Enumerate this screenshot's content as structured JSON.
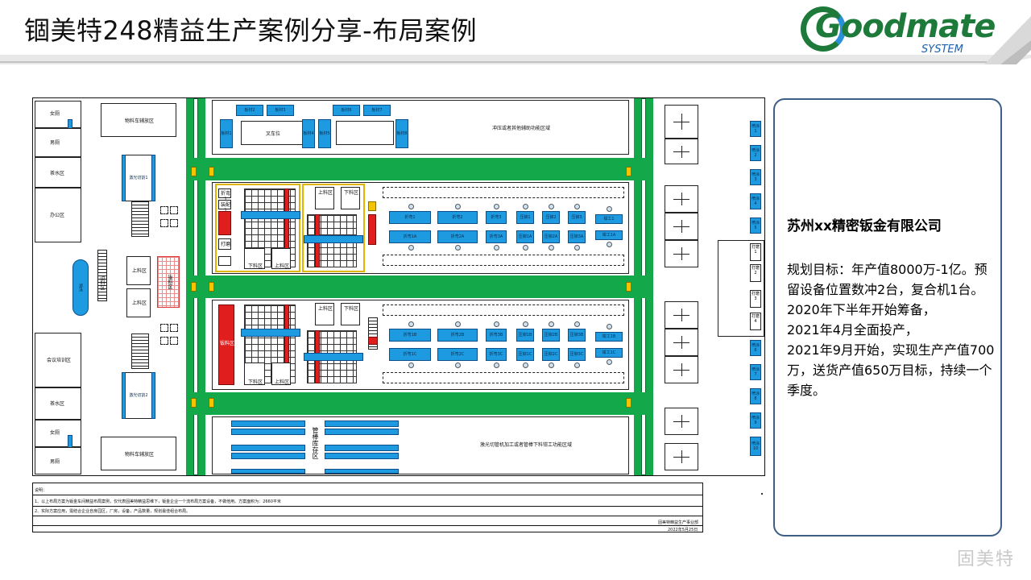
{
  "header": {
    "title": "锢美特248精益生产案例分享-布局案例",
    "logo_text": "Goodmate",
    "logo_subtext": "SYSTEM"
  },
  "colors": {
    "aisle_green": "#13a84a",
    "machine_blue": "#1e9be0",
    "rack_red": "#e01e1e",
    "marker_yellow": "#f2c500",
    "panel_border": "#3d5f86",
    "logo_green": "#1d7a3a",
    "logo_blue": "#1d62b0"
  },
  "plan": {
    "left_rooms": [
      "女厕",
      "男厕",
      "茶水区",
      "办公区",
      "会议培训区",
      "茶水区",
      "女厕",
      "男厕"
    ],
    "left_feature": "游泳",
    "stair_label": "边料区",
    "storage_top": "物料车辅放区",
    "storage_bottom": "物料车辅放区",
    "laser_1": "激光切割1",
    "laser_2": "激光切割2",
    "upload_1": "上料区",
    "upload_2": "上料区",
    "red_zone": "钣料区",
    "top_materials": [
      "板材2",
      "板材3",
      "板材6",
      "板材7"
    ],
    "top_left_material": "板材1",
    "top_right_material": "板材8",
    "top_mid_materials": [
      "板材4",
      "板材5"
    ],
    "forklift": "叉车位",
    "punch_area": "冲压或者其他辅助功能区域",
    "upper_line": {
      "upload": "上料区",
      "download": "下料区",
      "download_bottom": "下料区",
      "upload_bottom": "上料区",
      "small_labels": [
        "折弯1",
        "装配1",
        "打磨"
      ],
      "machines_top": [
        "折弯1",
        "折弯2",
        "折弯3",
        "压铆1",
        "压铆2",
        "压铆3",
        "钳工1"
      ],
      "machines_bottom": [
        "折弯1A",
        "折弯2A",
        "折弯3A",
        "压铆1A",
        "压铆2A",
        "压铆3A",
        "钳工1A"
      ]
    },
    "lower_line": {
      "upload": "上料区",
      "download": "下料区",
      "download_bottom": "下料区",
      "upload_bottom": "上料区",
      "red_label": "钣料区",
      "machines_top": [
        "折弯1B",
        "折弯2B",
        "折弯3B",
        "压铆1B",
        "压铆2B",
        "压铆3B",
        "钳工1B"
      ],
      "machines_bottom": [
        "折弯1C",
        "折弯2C",
        "折弯3C",
        "压铆1C",
        "压铆2C",
        "压铆3C",
        "钳工1C"
      ]
    },
    "pipe_storage": "管棒库存区",
    "laser_tube_area": "激光切管机加工或者管棒下料钳工功能区域",
    "right_column": [
      "喷涂1",
      "喷涂2",
      "喷涂3",
      "喷涂4",
      "喷涂5",
      "打磨1",
      "打磨2",
      "打磨3",
      "打磨4",
      "喷涂6",
      "喷涂7",
      "喷涂8",
      "喷涂9",
      "喷涂10"
    ]
  },
  "notes": {
    "heading": "说明：",
    "line1": "1、以上布局方案为钣金车间精益布局案例，仅代表固美特精益思维下，钣金企业一个流布局方案设备，不做他用。方案面积为：2660平米",
    "line2": "2、实际方案应用，需结合企业自身园区，厂房，设备，产品数量，规划最佳组合布局。",
    "sign": "固美特精益生产事业部",
    "date": "2022年5月25日"
  },
  "panel": {
    "company": "苏州xx精密钣金有限公司",
    "lines": [
      "规划目标：年产值8000万-1亿。预留设备位置数冲2台，复合机1台。",
      "2020年下半年开始筹备，",
      "2021年4月全面投产，",
      "2021年9月开始，实现生产产值700万，送货产值650万目标，持续一个季度。"
    ]
  },
  "watermark": "固美特"
}
